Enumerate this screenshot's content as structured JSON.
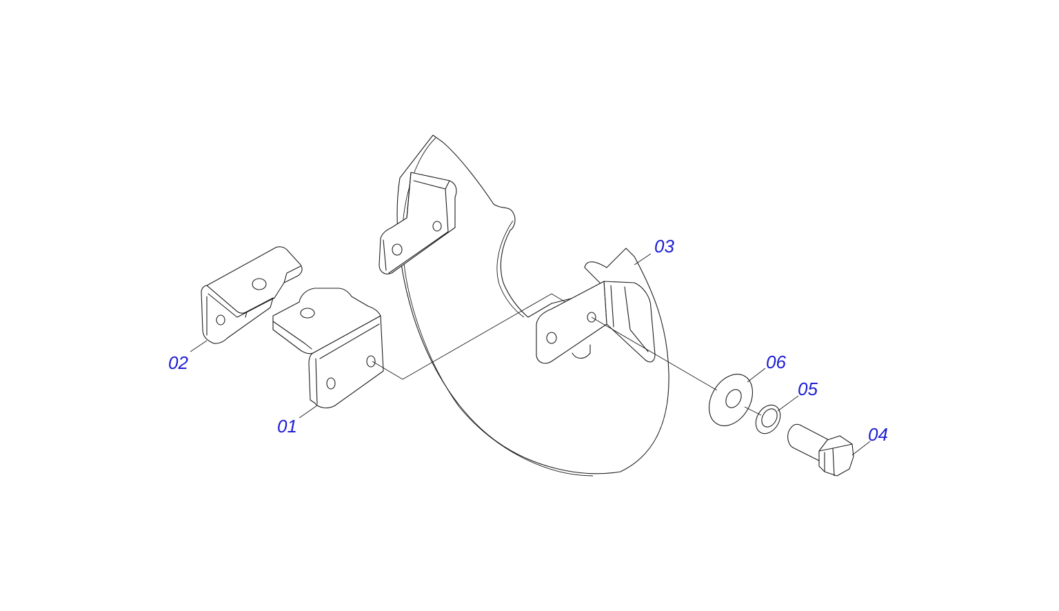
{
  "colors": {
    "callout_text": "#1c1cd6",
    "line": "#1a1a1a",
    "background": "#ffffff"
  },
  "callouts": {
    "part_01": "01",
    "part_02": "02",
    "part_03": "03",
    "part_04": "04",
    "part_05": "05",
    "part_06": "06"
  }
}
